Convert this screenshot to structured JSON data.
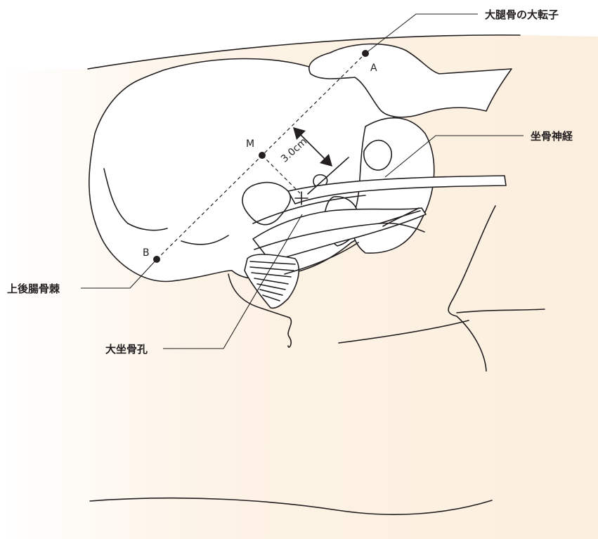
{
  "labels": {
    "greater_trochanter": "大腿骨の大転子",
    "sciatic_nerve": "坐骨神経",
    "psis": "上後腸骨棘",
    "greater_sciatic_foramen": "大坐骨孔"
  },
  "points": {
    "a": "A",
    "b": "B",
    "m": "M"
  },
  "measurement": "3.0cm",
  "colors": {
    "skin": "#fdf3e6",
    "line": "#231f20",
    "bone": "#ffffff"
  }
}
